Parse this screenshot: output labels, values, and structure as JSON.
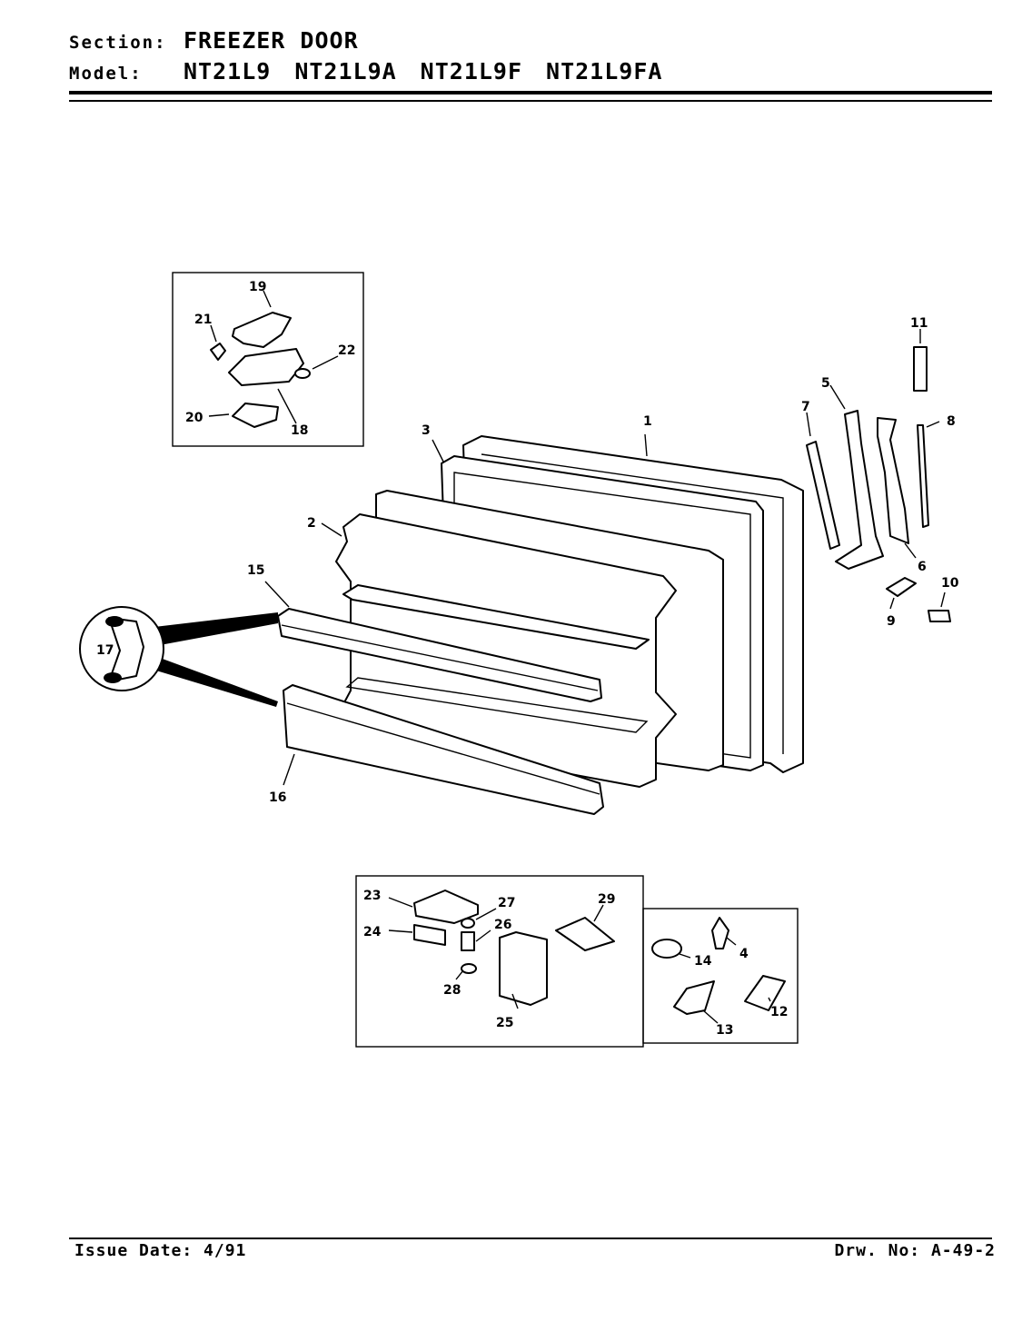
{
  "header": {
    "section_label": "Section:",
    "section_value": "FREEZER DOOR",
    "model_label": "Model:",
    "models": [
      "NT21L9",
      "NT21L9A",
      "NT21L9F",
      "NT21L9FA"
    ]
  },
  "footer": {
    "issue_date": "Issue Date: 4/91",
    "drawing_no": "Drw. No: A-49-2"
  },
  "callouts": {
    "c1": "1",
    "c2": "2",
    "c3": "3",
    "c4": "4",
    "c5": "5",
    "c6": "6",
    "c7": "7",
    "c8": "8",
    "c9": "9",
    "c10": "10",
    "c11": "11",
    "c12": "12",
    "c13": "13",
    "c14": "14",
    "c15": "15",
    "c16": "16",
    "c17": "17",
    "c18": "18",
    "c19": "19",
    "c20": "20",
    "c21": "21",
    "c22": "22",
    "c23": "23",
    "c24": "24",
    "c25": "25",
    "c26": "26",
    "c27": "27",
    "c28": "28",
    "c29": "29"
  }
}
